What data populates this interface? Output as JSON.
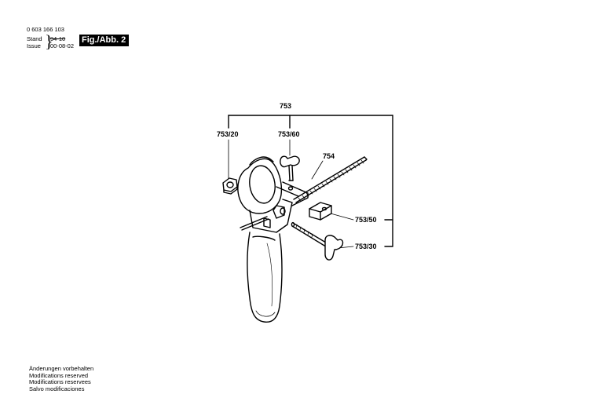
{
  "header": {
    "doc_number": "0 603 166 103",
    "stand_label": "Stand",
    "stand_value": "94-10",
    "issue_label": "Issue",
    "issue_value": "00-08-02",
    "fig_label": "Fig./Abb. 2"
  },
  "callouts": {
    "main": "753",
    "nut": "753/20",
    "wing_bolt": "753/60",
    "depth_rod": "754",
    "clamp_block": "753/50",
    "clamp_bolt": "753/30"
  },
  "footer": {
    "lines": [
      "Änderungen vorbehalten",
      "Modifications reserved",
      "Modifications reservees",
      "Salvo modificaciones"
    ]
  }
}
